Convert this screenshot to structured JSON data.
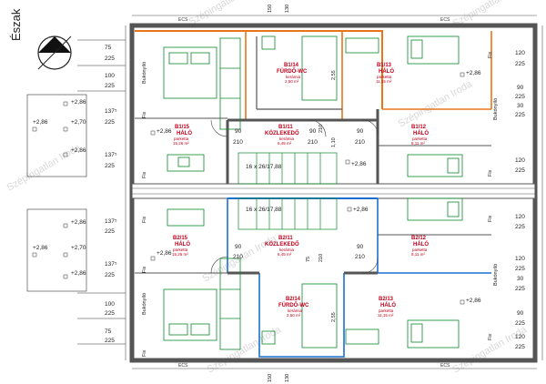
{
  "compass": {
    "label": "Észak"
  },
  "watermark": "Szépingatlan Iroda",
  "ecs": "ECS",
  "roof_numbers": {
    "top_left": "150",
    "top_mid": "130",
    "bottom_left": "150",
    "bottom_mid": "130"
  },
  "stair_label": "16 x 26/17,88",
  "left_dims": {
    "a": "75",
    "b": "225",
    "c": "100",
    "d": "225",
    "e": "137⁵",
    "f": "225",
    "g": "137⁵",
    "h": "225",
    "i": "137⁵",
    "j": "225",
    "k": "137⁵",
    "l": "225",
    "m": "100",
    "n": "225",
    "o": "75",
    "p": "225"
  },
  "right_dims": {
    "a": "120",
    "b": "225",
    "c": "90",
    "d": "225",
    "e": "30",
    "f": "225",
    "g": "120",
    "h": "225",
    "i": "120",
    "j": "225",
    "k": "120",
    "l": "225",
    "m": "30",
    "n": "225",
    "o": "90",
    "p": "225",
    "q": "120",
    "r": "225"
  },
  "heights": {
    "h286": "+2,86",
    "h270": "+2,70"
  },
  "vertical_text": {
    "bukonyilo": "Bukónyíló",
    "fix": "Fix"
  },
  "door_dims": {
    "d90": "90",
    "d210": "210",
    "d75": "75",
    "d255": "2,55",
    "d110": "1,10"
  },
  "rooms": {
    "b1_15": {
      "id": "B1/15",
      "name": "HÁLÓ",
      "floor": "parketta",
      "area": "15,26 m²"
    },
    "b1_14": {
      "id": "B1/14",
      "name": "FÜRDŐ-WC",
      "floor": "kerámia",
      "area": "2,50 m²"
    },
    "b1_11": {
      "id": "B1/11",
      "name": "KÖZLEKEDŐ",
      "floor": "kerámia",
      "area": "6,45 m²"
    },
    "b1_13": {
      "id": "B1/13",
      "name": "HÁLÓ",
      "floor": "parketta",
      "area": "11,15 m²"
    },
    "b1_12": {
      "id": "B1/12",
      "name": "HÁLÓ",
      "floor": "parketta",
      "area": "8,11 m²"
    },
    "b2_15": {
      "id": "B2/15",
      "name": "HÁLÓ",
      "floor": "parketta",
      "area": "15,26 m²"
    },
    "b2_11": {
      "id": "B2/11",
      "name": "KÖZLEKEDŐ",
      "floor": "kerámia",
      "area": "6,45 m²"
    },
    "b2_12": {
      "id": "B2/12",
      "name": "HÁLÓ",
      "floor": "parketta",
      "area": "8,11 m²"
    },
    "b2_14": {
      "id": "B2/14",
      "name": "FÜRDŐ-WC",
      "floor": "kerámia",
      "area": "2,50 m²"
    },
    "b2_13": {
      "id": "B2/13",
      "name": "HÁLÓ",
      "floor": "parketta",
      "area": "11,15 m²"
    }
  },
  "colors": {
    "wall": "#555555",
    "unit1": "#e8751a",
    "unit2": "#1a6fd0",
    "furniture": "#0a8a2a",
    "label": "#c0001a"
  }
}
